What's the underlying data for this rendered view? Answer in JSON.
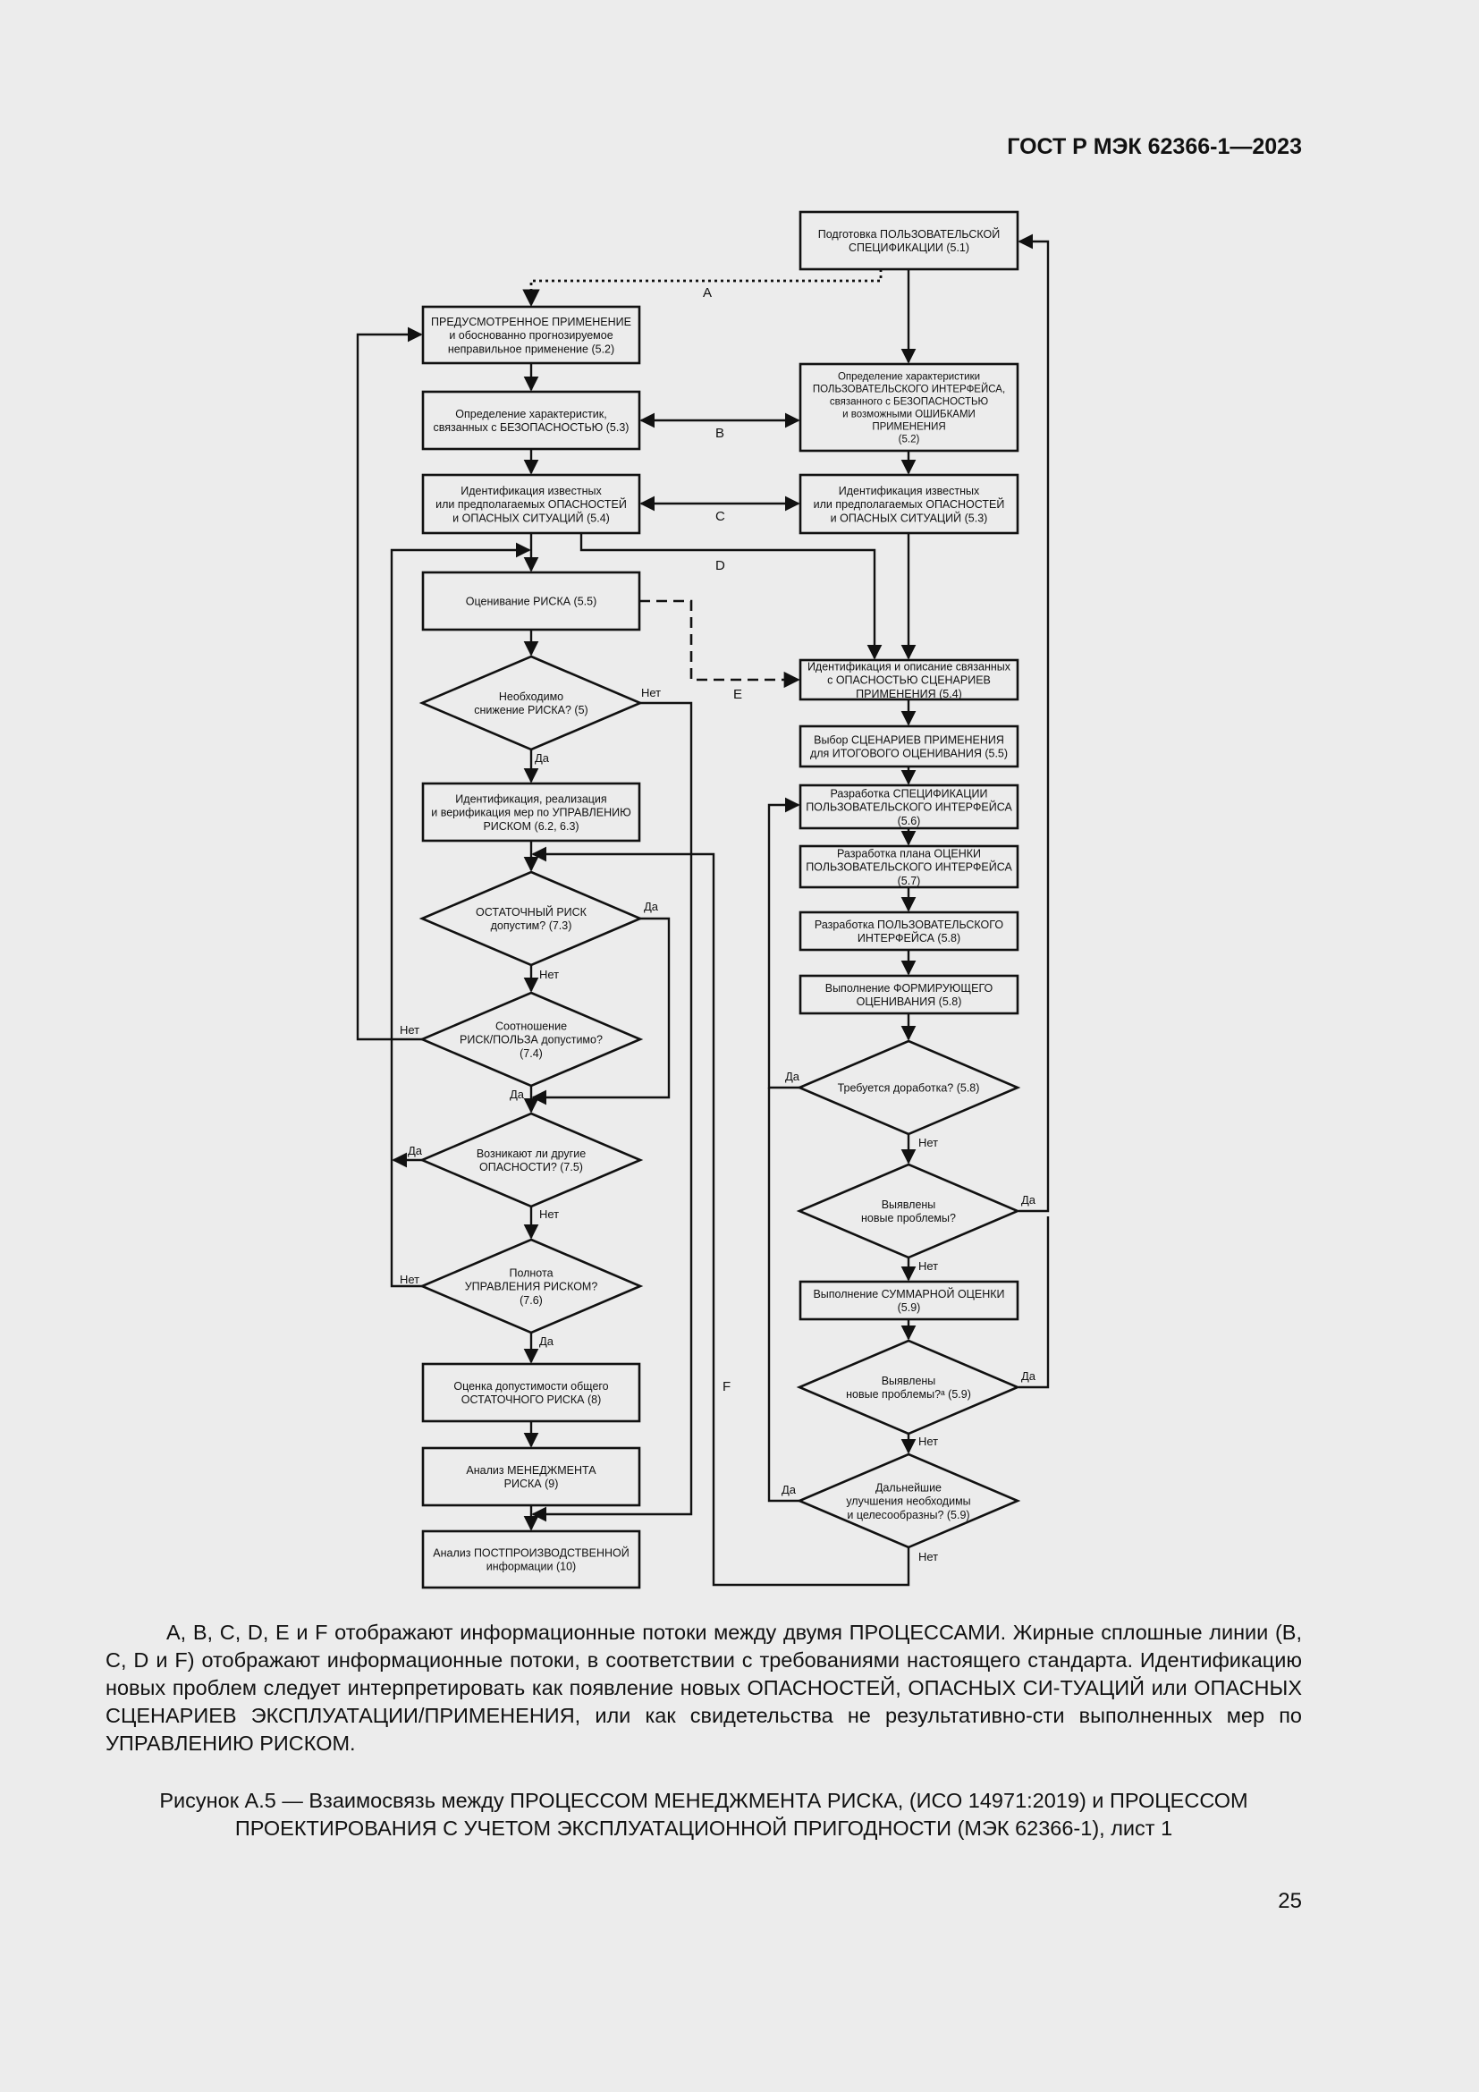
{
  "header": {
    "standard": "ГОСТ Р МЭК 62366-1—2023"
  },
  "nodes": {
    "n_spec": {
      "lines": [
        "Подготовка ПОЛЬЗОВАТЕЛЬСКОЙ",
        "СПЕЦИФИКАЦИИ (5.1)"
      ]
    },
    "n_use": {
      "lines": [
        "ПРЕДУСМОТРЕННОЕ ПРИМЕНЕНИЕ",
        "и обоснованно прогнозируемое",
        "неправильное применение (5.2)"
      ]
    },
    "n_char": {
      "lines": [
        "Определение характеристик,",
        "связанных с БЕЗОПАСНОСТЬЮ (5.3)"
      ]
    },
    "n_ui": {
      "lines": [
        "Определение характеристики",
        "ПОЛЬЗОВАТЕЛЬСКОГО ИНТЕРФЕЙСА,",
        "связанного с БЕЗОПАСНОСТЬЮ",
        "и возможными ОШИБКАМИ",
        "ПРИМЕНЕНИЯ",
        "(5.2)"
      ]
    },
    "n_hazL": {
      "lines": [
        "Идентификация известных",
        "или предполагаемых ОПАСНОСТЕЙ",
        "и ОПАСНЫХ СИТУАЦИЙ (5.4)"
      ]
    },
    "n_hazR": {
      "lines": [
        "Идентификация известных",
        "или предполагаемых ОПАСНОСТЕЙ",
        "и ОПАСНЫХ СИТУАЦИЙ (5.3)"
      ]
    },
    "n_risk": {
      "lines": [
        "Оценивание РИСКА (5.5)"
      ]
    },
    "n_scen": {
      "lines": [
        "Идентификация и описание связанных",
        "с ОПАСНОСТЬЮ СЦЕНАРИЕВ",
        "ПРИМЕНЕНИЯ (5.4)"
      ]
    },
    "d_red": {
      "lines": [
        "Необходимо",
        "снижение РИСКА? (5)"
      ]
    },
    "n_sel": {
      "lines": [
        "Выбор СЦЕНАРИЕВ ПРИМЕНЕНИЯ",
        "для ИТОГОВОГО ОЦЕНИВАНИЯ (5.5)"
      ]
    },
    "n_devspec": {
      "lines": [
        "Разработка СПЕЦИФИКАЦИИ",
        "ПОЛЬЗОВАТЕЛЬСКОГО ИНТЕРФЕЙСА",
        "(5.6)"
      ]
    },
    "n_ctrl": {
      "lines": [
        "Идентификация, реализация",
        "и верификация мер по УПРАВЛЕНИЮ",
        "РИСКОМ (6.2, 6.3)"
      ]
    },
    "n_plan": {
      "lines": [
        "Разработка плана ОЦЕНКИ",
        "ПОЛЬЗОВАТЕЛЬСКОГО ИНТЕРФЕЙСА",
        "(5.7)"
      ]
    },
    "d_resid": {
      "lines": [
        "ОСТАТОЧНЫЙ РИСК",
        "допустим? (7.3)"
      ]
    },
    "n_devui": {
      "lines": [
        "Разработка ПОЛЬЗОВАТЕЛЬСКОГО",
        "ИНТЕРФЕЙСА (5.8)"
      ]
    },
    "n_form": {
      "lines": [
        "Выполнение ФОРМИРУЮЩЕГО",
        "ОЦЕНИВАНИЯ (5.8)"
      ]
    },
    "d_rb": {
      "lines": [
        "Соотношение",
        "РИСК/ПОЛЬЗА допустимо?",
        "(7.4)"
      ]
    },
    "d_rework": {
      "lines": [
        "Требуется доработка? (5.8)"
      ]
    },
    "d_other": {
      "lines": [
        "Возникают ли другие",
        "ОПАСНОСТИ? (7.5)"
      ]
    },
    "d_new1": {
      "lines": [
        "Выявлены",
        "новые проблемы?"
      ]
    },
    "d_full": {
      "lines": [
        "Полнота",
        "УПРАВЛЕНИЯ РИСКОМ?",
        "(7.6)"
      ]
    },
    "n_summ": {
      "lines": [
        "Выполнение СУММАРНОЙ ОЦЕНКИ",
        "(5.9)"
      ]
    },
    "n_overall": {
      "lines": [
        "Оценка допустимости общего",
        "ОСТАТОЧНОГО РИСКА (8)"
      ]
    },
    "d_new2": {
      "lines": [
        "Выявлены",
        "новые проблемы?ᵃ (5.9)"
      ]
    },
    "n_mgmt": {
      "lines": [
        "Анализ МЕНЕДЖМЕНТА",
        "РИСКА (9)"
      ]
    },
    "d_further": {
      "lines": [
        "Дальнейшие",
        "улучшения необходимы",
        "и целесообразны? (5.9)"
      ]
    },
    "n_post": {
      "lines": [
        "Анализ ПОСТПРОИЗВОДСТВЕННОЙ",
        "информации (10)"
      ]
    }
  },
  "edge_labels": {
    "yes": "Да",
    "no": "Нет",
    "A": "A",
    "B": "B",
    "C": "C",
    "D": "D",
    "E": "E",
    "F": "F"
  },
  "note": "A, B, C, D, E и F отображают информационные потоки между двумя ПРОЦЕССАМИ. Жирные сплошные линии (B, C, D и F) отображают информационные потоки, в соответствии с требованиями настоящего стандарта. Идентификацию новых проблем следует интерпретировать как появление новых ОПАСНОСТЕЙ, ОПАСНЫХ СИ-ТУАЦИЙ или ОПАСНЫХ СЦЕНАРИЕВ ЭКСПЛУАТАЦИИ/ПРИМЕНЕНИЯ, или как свидетельства не результативно-сти выполненных мер по УПРАВЛЕНИЮ РИСКОМ.",
  "figure_caption": "Рисунок А.5 — Взаимосвязь между ПРОЦЕССОМ МЕНЕДЖМЕНТА РИСКА, (ИСО 14971:2019) и ПРОЦЕССОМ ПРОЕКТИРОВАНИЯ С УЧЕТОМ ЭКСПЛУАТАЦИОННОЙ ПРИГОДНОСТИ (МЭК 62366-1), лист 1",
  "page_number": "25"
}
